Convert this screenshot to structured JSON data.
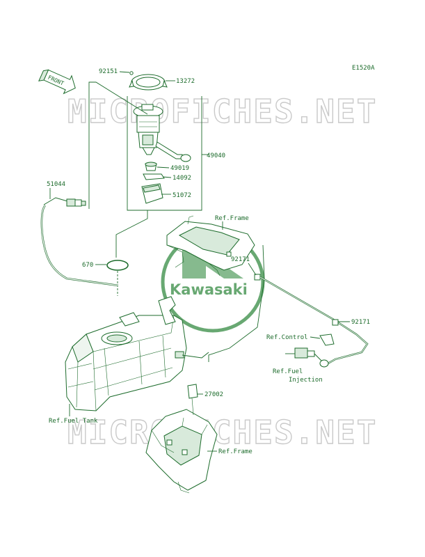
{
  "diagram_code": "E1520A",
  "front_label": "FRONT",
  "watermark_text": "MICROFICHES.NET",
  "brand_text": "Kawasaki",
  "colors": {
    "line": "#1c6b2b",
    "watermark": "#c9c9c9",
    "logo": "#4e9a5a"
  },
  "labels": {
    "p92151": "92151",
    "p13272": "13272",
    "p49040": "49040",
    "p49019": "49019",
    "p14092": "14092",
    "p51072": "51072",
    "p51044": "51044",
    "p670": "670",
    "ref_frame_top": "Ref.Frame",
    "p92171_a": "92171",
    "p92171_b": "92171",
    "ref_control": "Ref.Control",
    "ref_fuel_1": "Ref.Fuel",
    "ref_fuel_2": "Injection",
    "p27002": "27002",
    "ref_fuel_tank": "Ref.Fuel Tank",
    "ref_frame_bottom": "Ref.Frame"
  }
}
